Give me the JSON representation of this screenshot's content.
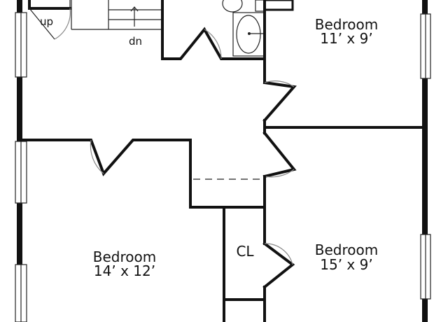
{
  "rooms": [
    {
      "name": "Bedroom",
      "size": "11’ x 9’"
    },
    {
      "name": "Bedroom",
      "size": "14’ x 12’"
    },
    {
      "name": "Bedroom",
      "size": "15’ x 9’"
    }
  ],
  "labels": {
    "stairs_up": "up",
    "stairs_down": "dn",
    "closet": "CL"
  }
}
